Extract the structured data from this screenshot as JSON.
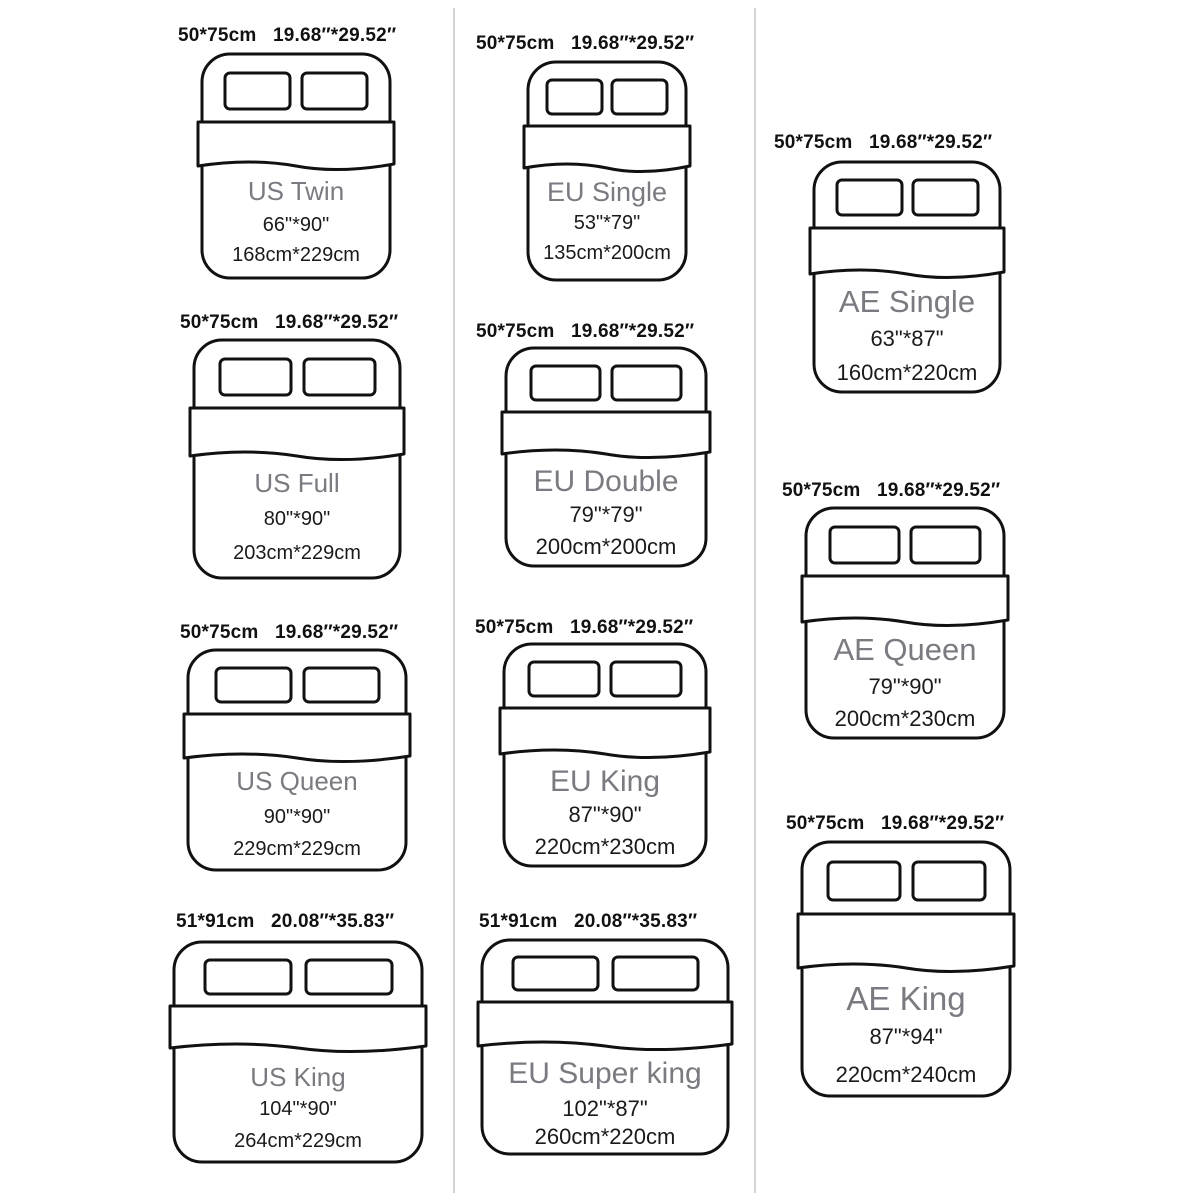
{
  "colors": {
    "outline": "#111111",
    "name_text": "#7a7a80",
    "dim_text": "#1a1a1a",
    "divider": "#d4d4d4"
  },
  "beds": [
    {
      "id": "us-twin",
      "pillow": "50*75cm   19.68″*29.52″",
      "name": "US Twin",
      "inches": "66\"*90\"",
      "cm": "168cm*229cm"
    },
    {
      "id": "us-full",
      "pillow": "50*75cm   19.68″*29.52″",
      "name": "US Full",
      "inches": "80\"*90\"",
      "cm": "203cm*229cm"
    },
    {
      "id": "us-queen",
      "pillow": "50*75cm   19.68″*29.52″",
      "name": "US Queen",
      "inches": "90\"*90\"",
      "cm": "229cm*229cm"
    },
    {
      "id": "us-king",
      "pillow": "51*91cm   20.08″*35.83″",
      "name": "US King",
      "inches": "104\"*90\"",
      "cm": "264cm*229cm"
    },
    {
      "id": "eu-single",
      "pillow": "50*75cm   19.68″*29.52″",
      "name": "EU Single",
      "inches": "53\"*79\"",
      "cm": "135cm*200cm"
    },
    {
      "id": "eu-double",
      "pillow": "50*75cm   19.68″*29.52″",
      "name": "EU Double",
      "inches": "79\"*79\"",
      "cm": "200cm*200cm"
    },
    {
      "id": "eu-king",
      "pillow": "50*75cm   19.68″*29.52″",
      "name": "EU King",
      "inches": "87\"*90\"",
      "cm": "220cm*230cm"
    },
    {
      "id": "eu-super-king",
      "pillow": "51*91cm   20.08″*35.83″",
      "name": "EU Super king",
      "inches": "102\"*87\"",
      "cm": "260cm*220cm"
    },
    {
      "id": "ae-single",
      "pillow": "50*75cm   19.68″*29.52″",
      "name": "AE Single",
      "inches": "63\"*87\"",
      "cm": "160cm*220cm"
    },
    {
      "id": "ae-queen",
      "pillow": "50*75cm   19.68″*29.52″",
      "name": "AE Queen",
      "inches": "79\"*90\"",
      "cm": "200cm*230cm"
    },
    {
      "id": "ae-king",
      "pillow": "50*75cm   19.68″*29.52″",
      "name": "AE King",
      "inches": "87\"*94\"",
      "cm": "220cm*240cm"
    }
  ]
}
